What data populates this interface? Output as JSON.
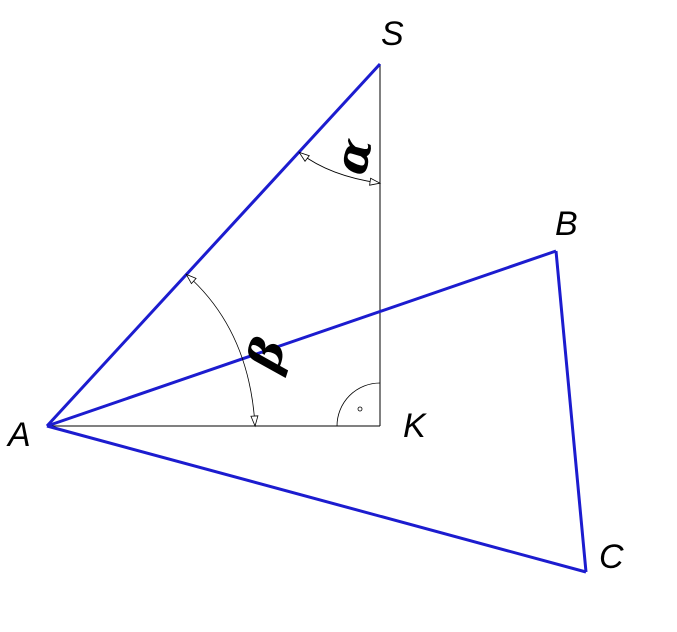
{
  "diagram": {
    "points": {
      "S": "S",
      "A": "A",
      "B": "B",
      "C": "C",
      "K": "K"
    },
    "angles": {
      "alpha": "α",
      "beta": "β"
    },
    "colors": {
      "triangle": "#1c1ccf",
      "construction": "#000000",
      "background": "#ffffff"
    }
  }
}
